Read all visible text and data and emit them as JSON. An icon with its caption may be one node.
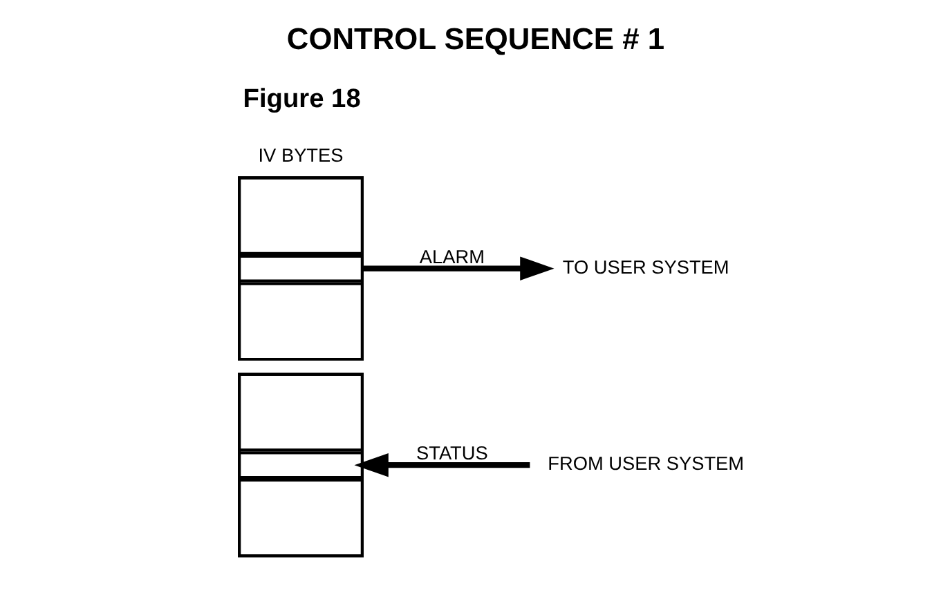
{
  "diagram": {
    "title": "CONTROL SEQUENCE # 1",
    "caption": "Figure 18",
    "nodes": [
      {
        "text": [],
        "shape": "box"
      },
      {
        "text": [],
        "shape": "box",
        "in": 0
      },
      {
        "text": [],
        "shape": "box",
        "in": 0
      },
      {
        "text": [],
        "shape": "box",
        "in": 0
      },
      {
        "text": [
          "FROM USER SYSTEM"
        ]
      },
      {
        "text": [],
        "shape": "box",
        "beside": [
          "IV BYTES"
        ]
      },
      {
        "text": [],
        "shape": "box",
        "in": 5
      },
      {
        "text": [],
        "shape": "box",
        "in": 5
      },
      {
        "text": [],
        "shape": "box",
        "in": 5
      },
      {
        "text": [
          "TO USER SYSTEM"
        ]
      }
    ],
    "edges": [
      {
        "from": 4,
        "to": 2,
        "arrow": "to",
        "label": "STATUS"
      },
      {
        "from": 7,
        "to": 9,
        "arrow": "to",
        "label": "ALARM"
      }
    ]
  }
}
